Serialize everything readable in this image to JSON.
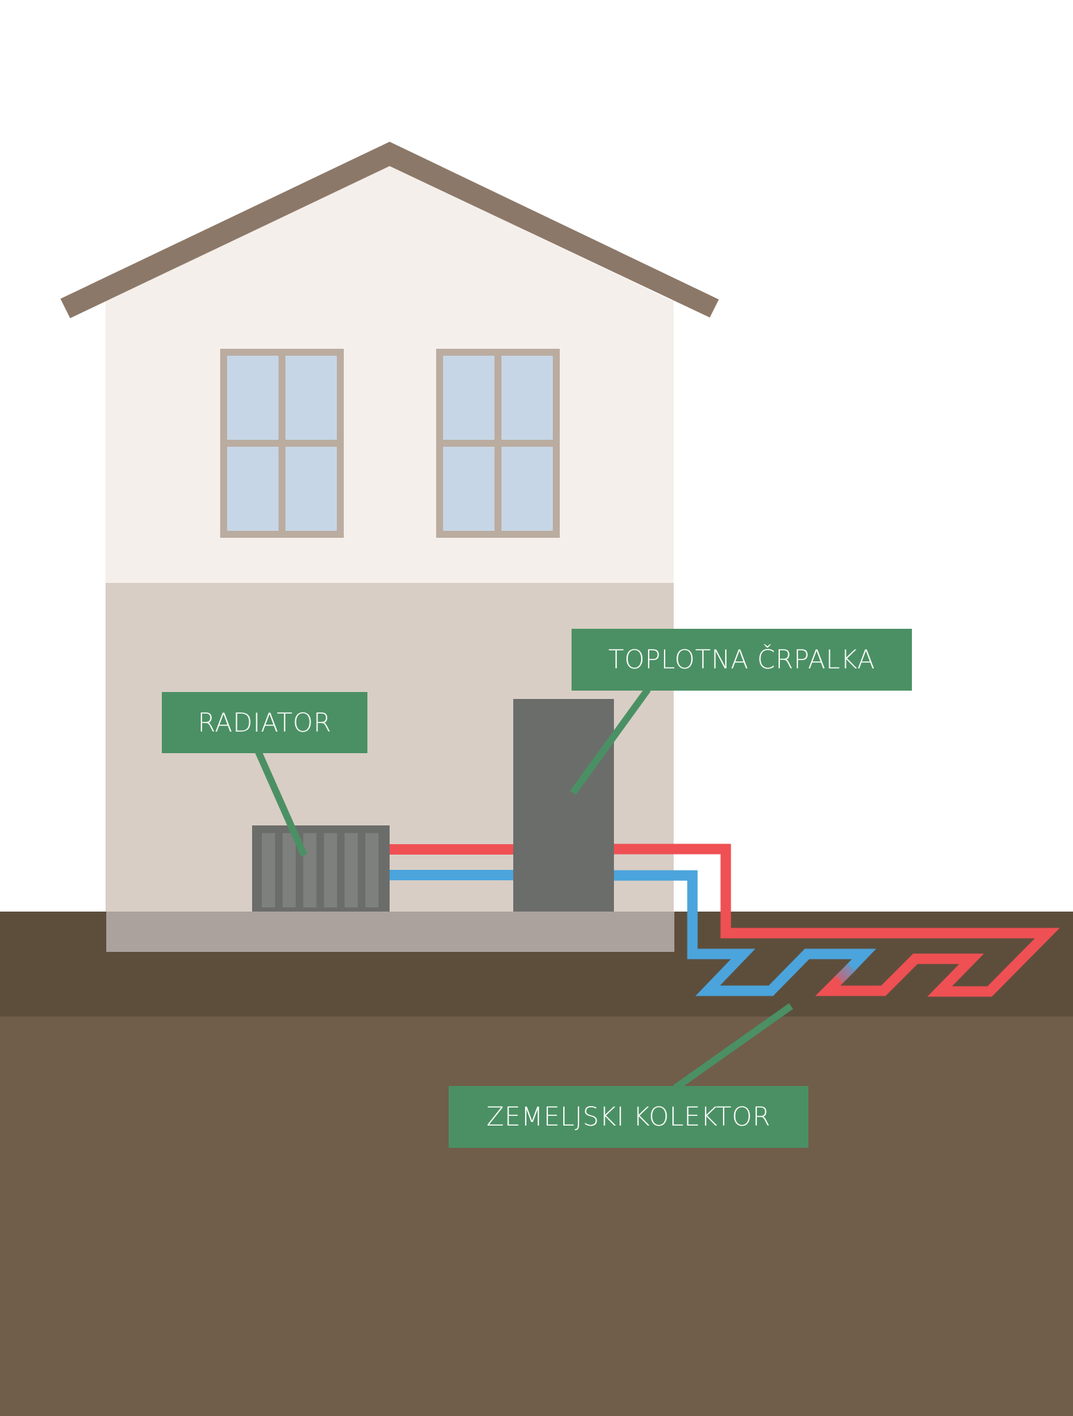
{
  "diagram": {
    "title": "Ground-source heat pump system",
    "labels": {
      "radiator": "RADIATOR",
      "heat_pump": "TOPLOTNA ČRPALKA",
      "ground_collector": "ZEMELJSKI KOLEKTOR"
    },
    "components": [
      "house",
      "roof",
      "window",
      "window",
      "radiator",
      "heat-pump-unit",
      "supply-pipe",
      "return-pipe",
      "ground-collector-loop",
      "foundation",
      "ground"
    ],
    "radiator_fin_count": 6,
    "colors": {
      "sky": "#ffffff",
      "roof": "#8c7868",
      "upper_wall": "#f4efeb",
      "lower_wall": "#d8cec5",
      "window_frame": "#bbaca0",
      "window_glass": "#c6d6e6",
      "radiator_body": "#6b6d6b",
      "radiator_fin": "#7e807e",
      "heat_pump": "#6b6d6b",
      "foundation": "#aba29d",
      "ground_top": "#5d4e3c",
      "ground_deep": "#705d4a",
      "label_bg": "#4b9064",
      "label_text": "#ffffff",
      "hot_pipe": "#ef5053",
      "cold_pipe": "#4ba4dc"
    }
  }
}
